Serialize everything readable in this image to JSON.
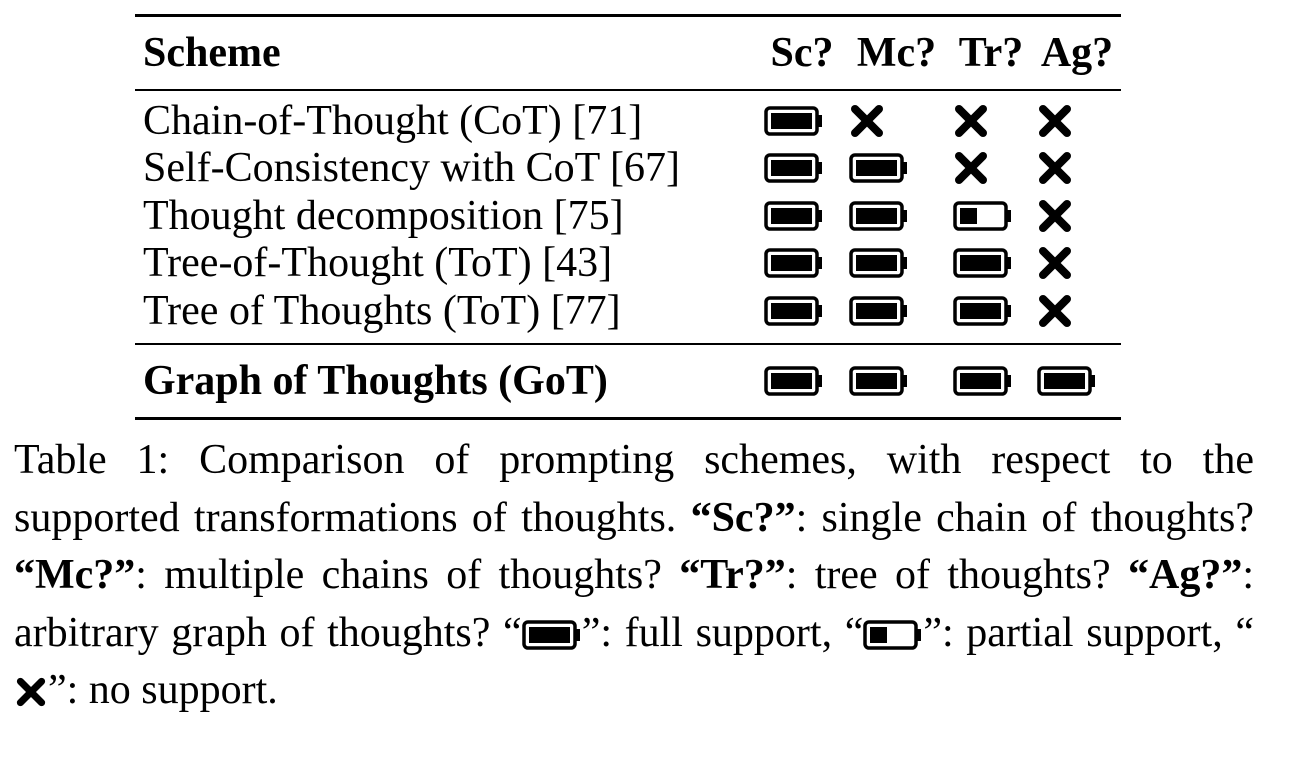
{
  "table": {
    "headers": {
      "scheme": "Scheme",
      "sc": "Sc?",
      "mc": "Mc?",
      "tr": "Tr?",
      "ag": "Ag?"
    },
    "rows": [
      {
        "name": "Chain-of-Thought (CoT) [71]",
        "sc": "full",
        "mc": "none",
        "tr": "none",
        "ag": "none"
      },
      {
        "name": "Self-Consistency with CoT [67]",
        "sc": "full",
        "mc": "full",
        "tr": "none",
        "ag": "none"
      },
      {
        "name": "Thought decomposition [75]",
        "sc": "full",
        "mc": "full",
        "tr": "partial",
        "ag": "none"
      },
      {
        "name": "Tree-of-Thought (ToT) [43]",
        "sc": "full",
        "mc": "full",
        "tr": "full",
        "ag": "none"
      },
      {
        "name": "Tree of Thoughts (ToT) [77]",
        "sc": "full",
        "mc": "full",
        "tr": "full",
        "ag": "none"
      }
    ],
    "highlight_row": {
      "name": "Graph of Thoughts (GoT)",
      "sc": "full",
      "mc": "full",
      "tr": "full",
      "ag": "full"
    }
  },
  "caption": {
    "p1": "Table 1: Comparison of prompting schemes, with respect to the supported transformations of thoughts. ",
    "sc_term": "“Sc?”",
    "sc_def": ": single chain of thoughts? ",
    "mc_term": "“Mc?”",
    "mc_def": ": multiple chains of thoughts? ",
    "tr_term": "“Tr?”",
    "tr_def": ": tree of thoughts? ",
    "ag_term": "“Ag?”",
    "ag_def": ": arbitrary graph of thoughts? ",
    "full_open": "“",
    "full_def": "”: full support, ",
    "partial_open": "“",
    "partial_def": "”: partial support, ",
    "none_open": "“",
    "none_def": "”: no support."
  },
  "icons": {
    "full": "battery-full-icon",
    "partial": "battery-partial-icon",
    "none": "cross-icon"
  }
}
